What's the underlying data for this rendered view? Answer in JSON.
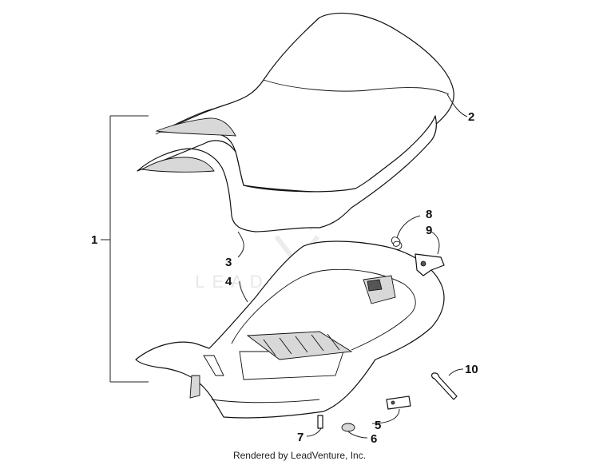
{
  "diagram": {
    "callouts": [
      {
        "id": "1",
        "label": "1"
      },
      {
        "id": "2",
        "label": "2"
      },
      {
        "id": "3",
        "label": "3"
      },
      {
        "id": "4",
        "label": "4"
      },
      {
        "id": "5",
        "label": "5"
      },
      {
        "id": "6",
        "label": "6"
      },
      {
        "id": "7",
        "label": "7"
      },
      {
        "id": "8",
        "label": "8"
      },
      {
        "id": "9",
        "label": "9"
      },
      {
        "id": "10",
        "label": "10"
      }
    ],
    "watermark": "LEADVENTURE",
    "footer": "Rendered by LeadVenture, Inc."
  },
  "colors": {
    "line": "#111111",
    "watermark": "#e6e6e6",
    "background": "#ffffff"
  }
}
